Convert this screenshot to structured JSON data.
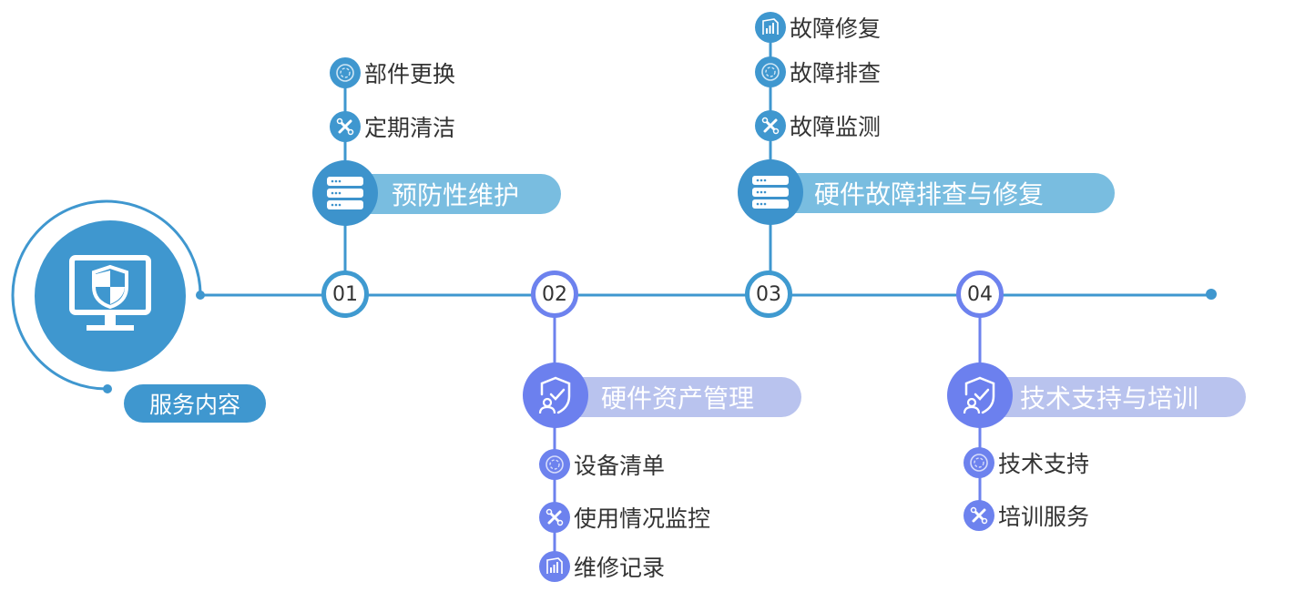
{
  "colors": {
    "blue": "#3f97cf",
    "blue_light": "#79bde0",
    "purple": "#6d82ee",
    "purple_light": "#b9c3ee",
    "text": "#333333"
  },
  "hub": {
    "icon": "monitor-shield-icon",
    "label": "服务内容"
  },
  "steps": [
    {
      "number": "01",
      "title": "预防性维护",
      "icon": "server-icon",
      "items": [
        {
          "label": "部件更换",
          "icon": "gear-badge-icon"
        },
        {
          "label": "定期清洁",
          "icon": "tools-icon"
        }
      ]
    },
    {
      "number": "02",
      "title": "硬件资产管理",
      "icon": "user-shield-check-icon",
      "items": [
        {
          "label": "设备清单",
          "icon": "gear-badge-icon"
        },
        {
          "label": "使用情况监控",
          "icon": "tools-icon"
        },
        {
          "label": "维修记录",
          "icon": "bar-chart-icon"
        }
      ]
    },
    {
      "number": "03",
      "title": "硬件故障排查与修复",
      "icon": "server-icon",
      "items": [
        {
          "label": "故障修复",
          "icon": "bar-chart-icon"
        },
        {
          "label": "故障排查",
          "icon": "gear-badge-icon"
        },
        {
          "label": "故障监测",
          "icon": "tools-icon"
        }
      ]
    },
    {
      "number": "04",
      "title": "技术支持与培训",
      "icon": "user-shield-check-icon",
      "items": [
        {
          "label": "技术支持",
          "icon": "gear-badge-icon"
        },
        {
          "label": "培训服务",
          "icon": "tools-icon"
        }
      ]
    }
  ]
}
